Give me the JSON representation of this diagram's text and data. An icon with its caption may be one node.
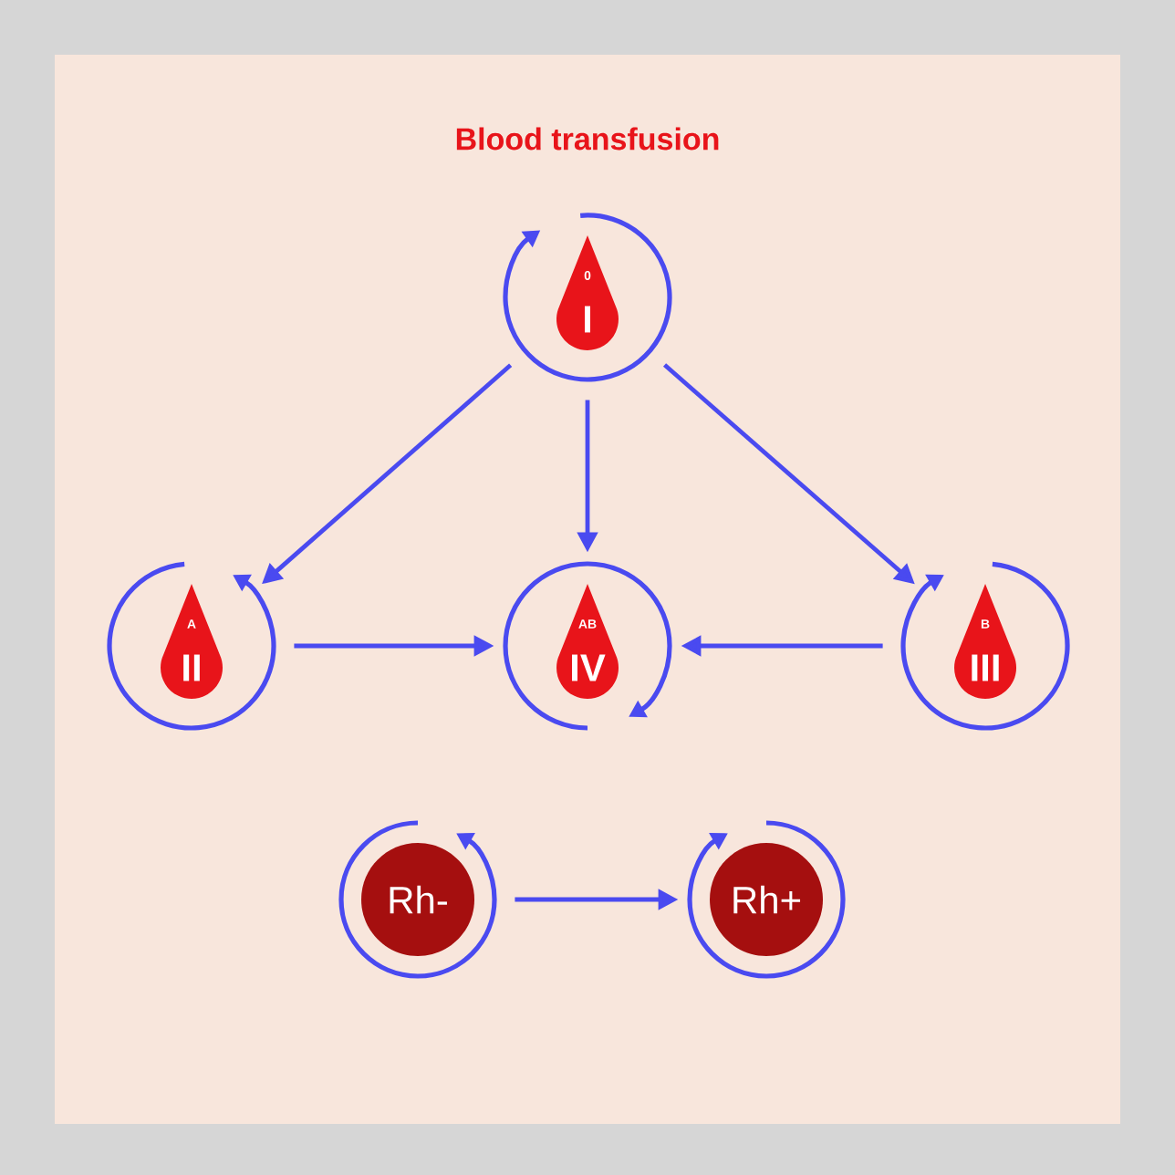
{
  "diagram": {
    "title": "Blood transfusion",
    "nodes": [
      {
        "text": [
          "0",
          "I"
        ]
      },
      {
        "text": [
          "A",
          "II"
        ]
      },
      {
        "text": [
          "AB",
          "IV"
        ]
      },
      {
        "text": [
          "B",
          "III"
        ]
      },
      {
        "text": [
          "Rh-"
        ]
      },
      {
        "text": [
          "Rh+"
        ]
      }
    ],
    "edges": [
      {
        "from": 0,
        "to": 1,
        "arrow": "to"
      },
      {
        "from": 0,
        "to": 2,
        "arrow": "to"
      },
      {
        "from": 0,
        "to": 3,
        "arrow": "to"
      },
      {
        "from": 1,
        "to": 2,
        "arrow": "to"
      },
      {
        "from": 3,
        "to": 2,
        "arrow": "to"
      },
      {
        "from": 4,
        "to": 5,
        "arrow": "to"
      }
    ]
  }
}
